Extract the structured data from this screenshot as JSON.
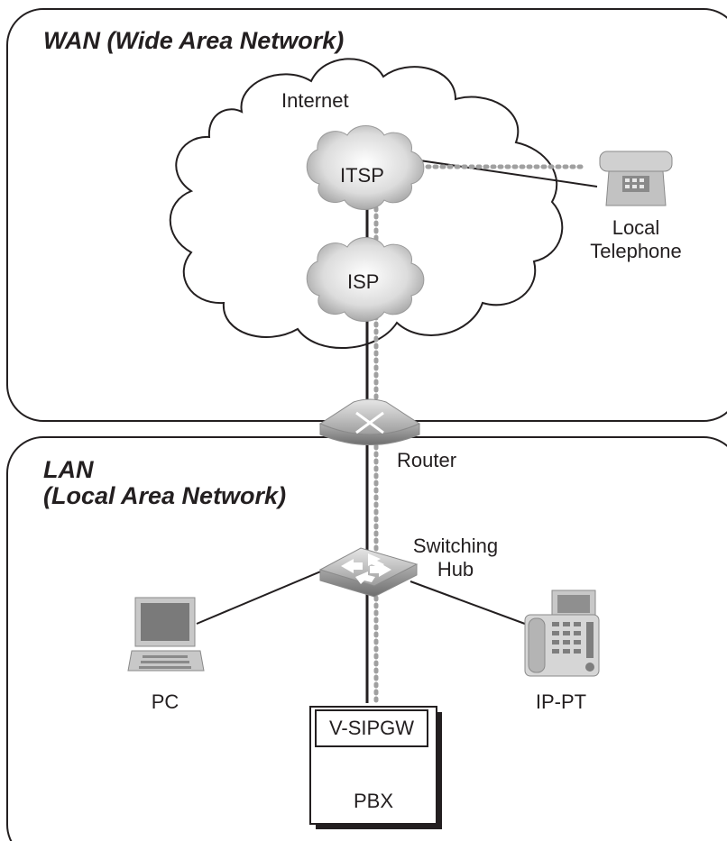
{
  "wan": {
    "title": "WAN (Wide Area Network)"
  },
  "lan": {
    "title_line1": "LAN",
    "title_line2": "(Local Area Network)"
  },
  "internet": {
    "label": "Internet"
  },
  "itsp": {
    "label": "ITSP"
  },
  "isp": {
    "label": "ISP"
  },
  "local_telephone": {
    "label_line1": "Local",
    "label_line2": "Telephone"
  },
  "router": {
    "label": "Router"
  },
  "switching_hub": {
    "label_line1": "Switching",
    "label_line2": "Hub"
  },
  "pc": {
    "label": "PC"
  },
  "ip_pt": {
    "label": "IP-PT"
  },
  "pbx": {
    "label": "PBX",
    "card_label": "V-SIPGW"
  },
  "colors": {
    "line": "#231f20",
    "dotted": "#a0a0a0",
    "device_gray": "#c8c8c8"
  }
}
